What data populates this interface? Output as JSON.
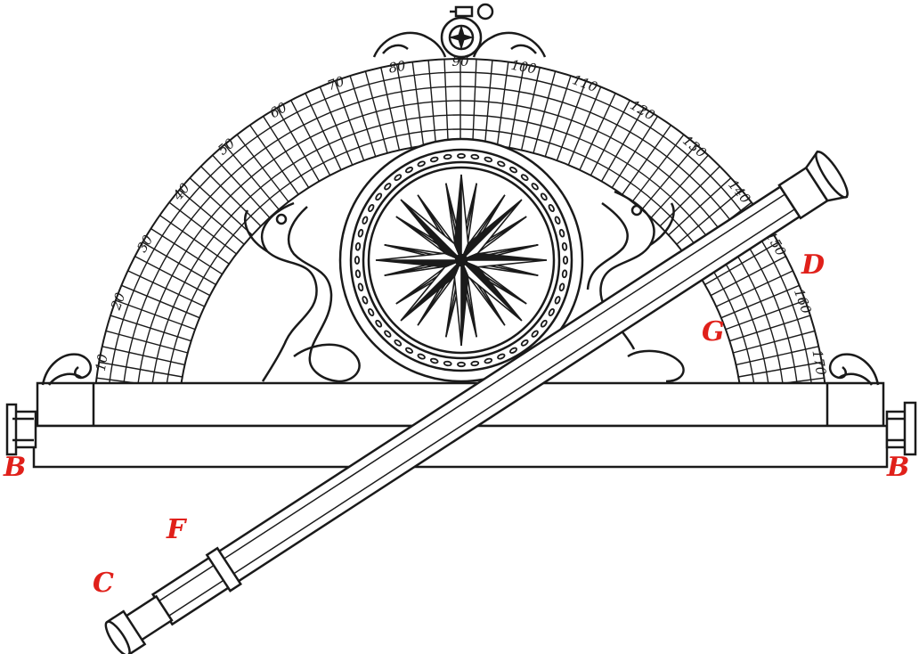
{
  "labels": {
    "B_left": "B",
    "B_right": "B",
    "C": "C",
    "D": "D",
    "F": "F",
    "G": "G"
  },
  "scale_numbers": [
    "10",
    "20",
    "30",
    "40",
    "50",
    "60",
    "70",
    "80",
    "90",
    "100",
    "110",
    "120",
    "130",
    "140",
    "150",
    "160",
    "170"
  ],
  "colors": {
    "ink": "#1a1a1a",
    "label_red": "#e0201a",
    "paper": "#ffffff"
  }
}
